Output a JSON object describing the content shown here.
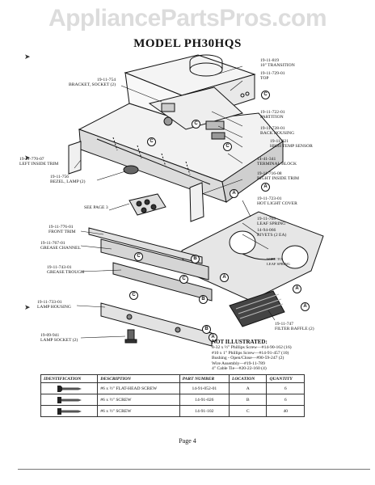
{
  "watermark": "AppliancePartsPros.com",
  "model_title": "MODEL PH30HQS",
  "callouts": [
    {
      "id": "transition",
      "lines": [
        "19-11-819",
        "10\" TRANSITION"
      ]
    },
    {
      "id": "top",
      "lines": [
        "19-11-729-01",
        "TOP"
      ]
    },
    {
      "id": "bracket",
      "lines": [
        "19-11-754",
        "BRACKET, SOCKET (2)"
      ]
    },
    {
      "id": "partition",
      "lines": [
        "19-11-722-01",
        "PARTITION"
      ]
    },
    {
      "id": "back-housing",
      "lines": [
        "19-11-728-01",
        "BACK HOUSING"
      ]
    },
    {
      "id": "high-temp",
      "lines": [
        "19-11-821",
        "HIGH TEMP SENSOR"
      ]
    },
    {
      "id": "terminal-block",
      "lines": [
        "14-41-341",
        "TERMINAL BLOCK"
      ]
    },
    {
      "id": "right-trim",
      "lines": [
        "19-11-716-08",
        "RIGHT INSIDE TRIM"
      ]
    },
    {
      "id": "left-trim",
      "lines": [
        "19-11-770-07",
        "LEFT INSIDE TRIM"
      ]
    },
    {
      "id": "bezel",
      "lines": [
        "19-11-756",
        "BEZEL, LAMP (2)"
      ]
    },
    {
      "id": "see-page",
      "lines": [
        "SEE PAGE 3"
      ]
    },
    {
      "id": "hot-light",
      "lines": [
        "19-11-723-01",
        "HOT LIGHT COVER"
      ]
    },
    {
      "id": "leaf-spring",
      "lines": [
        "19-11-769",
        "LEAF SPRING"
      ]
    },
    {
      "id": "rivets",
      "lines": [
        "14-94-066",
        "RIVETS (2 EA)"
      ]
    },
    {
      "id": "front-trim",
      "lines": [
        "19-11-776-01",
        "FRONT TRIM"
      ]
    },
    {
      "id": "grease-channel",
      "lines": [
        "19-11-767-01",
        "GREASE CHANNEL"
      ]
    },
    {
      "id": "grease-trough",
      "lines": [
        "19-11-743-01",
        "GREASE TROUGH"
      ]
    },
    {
      "id": "lamp-housing",
      "lines": [
        "19-11-733-01",
        "LAMP HOUSING"
      ]
    },
    {
      "id": "filter",
      "lines": [
        "19-11-747",
        "FILTER BAFFLE (2)"
      ]
    },
    {
      "id": "lamp-socket",
      "lines": [
        "19-09-941",
        "LAMP SOCKET (2)"
      ]
    },
    {
      "id": "wire-leaf",
      "lines": [
        "WIRE TO",
        "LEAF SPRING"
      ]
    }
  ],
  "circle_letters": [
    "C",
    "C",
    "C",
    "C",
    "A",
    "A",
    "C",
    "C",
    "B",
    "C",
    "A",
    "B",
    "A",
    "A",
    "B",
    "A"
  ],
  "not_illustrated": {
    "heading": "NOT ILLUSTRATED:",
    "lines": [
      "8-32 x ½\" Phillips Screw—#14-90-162 (16)",
      "#10 x 1\" Phillips Screw—#14-91-457 (10)",
      "Bushing - Open/Close—#90-59-247 (2)",
      "Wire Assembly—#19-11-789",
      "4\" Cable Tie—#20-22-160 (4)"
    ]
  },
  "table": {
    "headers": [
      "IDENTIFICATION",
      "DESCRIPTION",
      "PART NUMBER",
      "LOCATION",
      "QUANTITY"
    ],
    "rows": [
      {
        "icon": "flat-head-screw-icon",
        "description": "#6 x ½\" FLAT-HEAD SCREW",
        "part_number": "14-91-052-01",
        "location": "A",
        "quantity": "6"
      },
      {
        "icon": "screw-icon",
        "description": "#6 x ½\" SCREW",
        "part_number": "14-91-026",
        "location": "B",
        "quantity": "6"
      },
      {
        "icon": "screw-icon",
        "description": "#6 x ½\" SCREW",
        "part_number": "14-91-102",
        "location": "C",
        "quantity": "40"
      }
    ]
  },
  "page_label": "Page 4"
}
